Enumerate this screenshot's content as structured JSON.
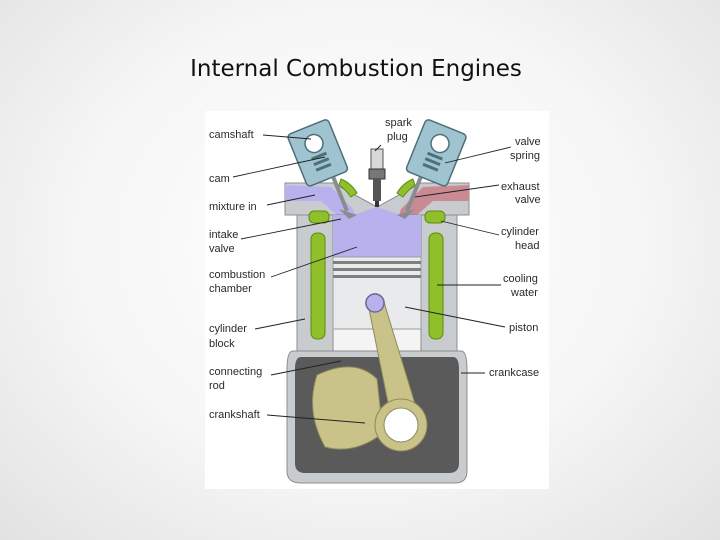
{
  "slide": {
    "title": "Internal Combustion Engines"
  },
  "diagram": {
    "labels": {
      "camshaft": "camshaft",
      "spark_plug_1": "spark",
      "spark_plug_2": "plug",
      "valve_spring_1": "valve",
      "valve_spring_2": "spring",
      "cam": "cam",
      "exhaust_valve_1": "exhaust",
      "exhaust_valve_2": "valve",
      "mixture_in": "mixture in",
      "intake_valve_1": "intake",
      "intake_valve_2": "valve",
      "cylinder_head_1": "cylinder",
      "cylinder_head_2": "head",
      "combustion_chamber_1": "combustion",
      "combustion_chamber_2": "chamber",
      "cooling_water_1": "cooling",
      "cooling_water_2": "water",
      "piston": "piston",
      "cylinder_block_1": "cylinder",
      "cylinder_block_2": "block",
      "connecting_rod_1": "connecting",
      "connecting_rod_2": "rod",
      "crankcase": "crankcase",
      "crankshaft": "crankshaft"
    },
    "colors": {
      "block": "#c9cccf",
      "cooling_water": "#8fbf2a",
      "combustion_chamber": "#b7b2ee",
      "exhaust": "#c98a93",
      "crankcase_oil": "#5a5a5a",
      "piston": "#e9eaeb",
      "rod": "#c9c38a",
      "valve_cover": "#9fc4d0"
    }
  }
}
